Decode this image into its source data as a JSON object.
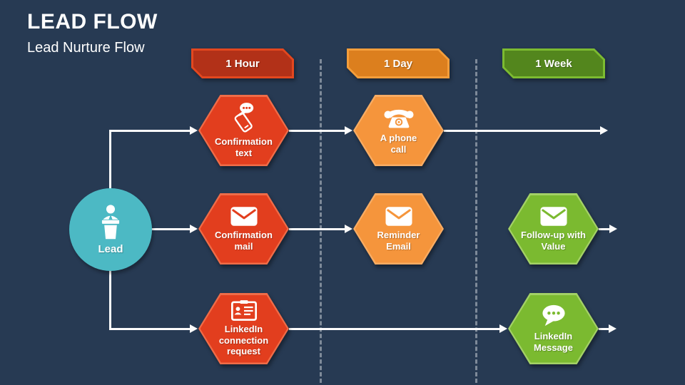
{
  "slide": {
    "title": "LEAD FLOW",
    "subtitle": "Lead Nurture Flow"
  },
  "timeline": {
    "headers": [
      {
        "label": "1 Hour",
        "fill": "#B23118",
        "border": "#E3471F"
      },
      {
        "label": "1 Day",
        "fill": "#DC7F1E",
        "border": "#F49E3B"
      },
      {
        "label": "1 Week",
        "fill": "#53861D",
        "border": "#7CBB31"
      }
    ]
  },
  "lead": {
    "label": "Lead",
    "icon": "podium-person-icon",
    "color": "#4CB9C4"
  },
  "nodes": [
    {
      "label": "Confirmation text",
      "icon": "sms-icon",
      "color": "#E23E1E",
      "column": "1 Hour",
      "row": 1
    },
    {
      "label": "A phone call",
      "icon": "telephone-icon",
      "color": "#F5953C",
      "column": "1 Day",
      "row": 1
    },
    {
      "label": "Confirmation mail",
      "icon": "envelope-icon",
      "color": "#E23E1E",
      "column": "1 Hour",
      "row": 2
    },
    {
      "label": "Reminder Email",
      "icon": "envelope-icon",
      "color": "#F5953C",
      "column": "1 Day",
      "row": 2
    },
    {
      "label": "Follow-up with Value",
      "icon": "envelope-icon",
      "color": "#7BBA30",
      "column": "1 Week",
      "row": 2
    },
    {
      "label": "LinkedIn connection request",
      "icon": "id-card-icon",
      "color": "#E23E1E",
      "column": "1 Hour",
      "row": 3
    },
    {
      "label": "LinkedIn Message",
      "icon": "chat-bubble-icon",
      "color": "#7BBA30",
      "column": "1 Week",
      "row": 3
    }
  ],
  "colors": {
    "background": "#273A53",
    "connector": "#FCFCFC",
    "divider": "#7E8A99"
  }
}
